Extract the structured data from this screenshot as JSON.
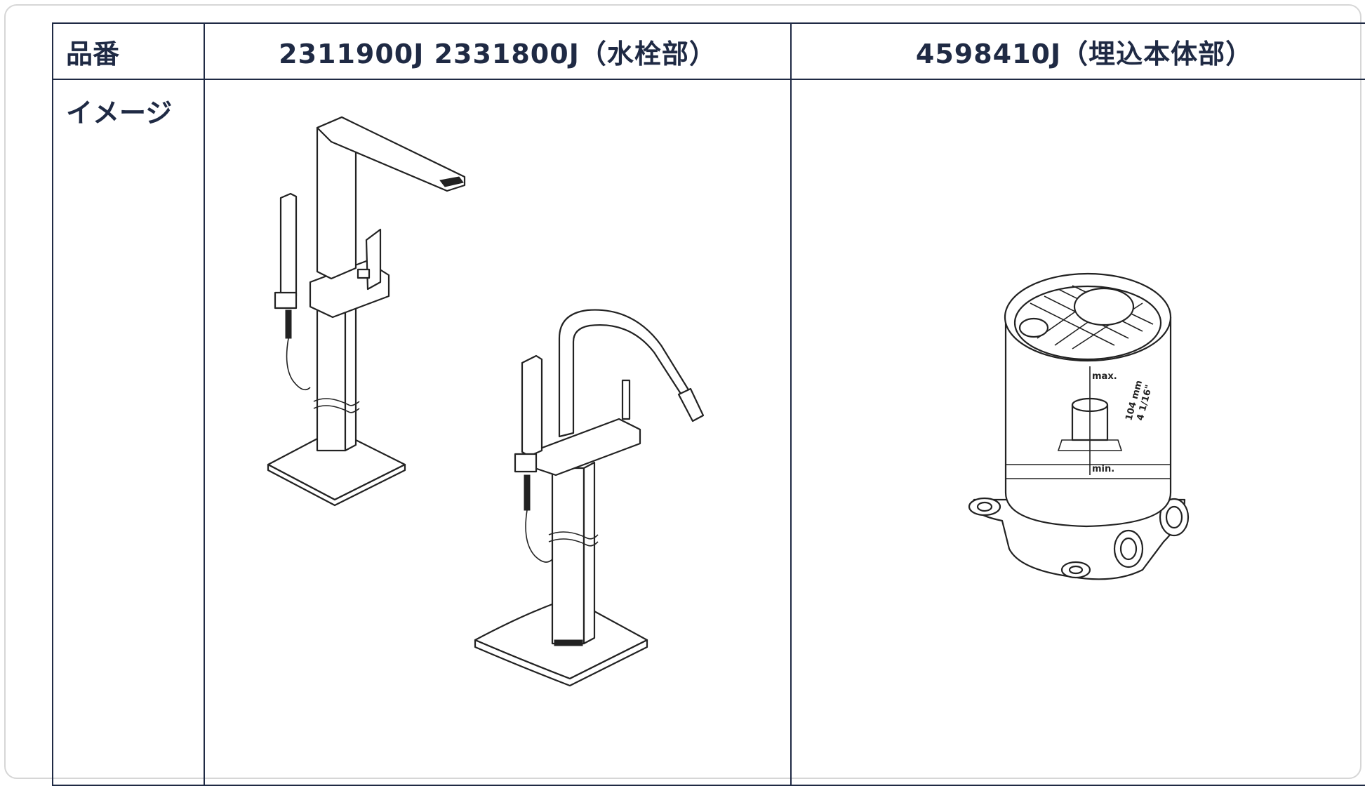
{
  "table": {
    "header": {
      "label": "品番",
      "col1": "2311900J 2331800J（水栓部）",
      "col2": "4598410J（埋込本体部）"
    },
    "image_row": {
      "label": "イメージ"
    }
  },
  "drawing": {
    "max_label": "max.",
    "min_label": "min.",
    "dim_mm": "104 mm",
    "dim_in": "4 1/16\""
  }
}
